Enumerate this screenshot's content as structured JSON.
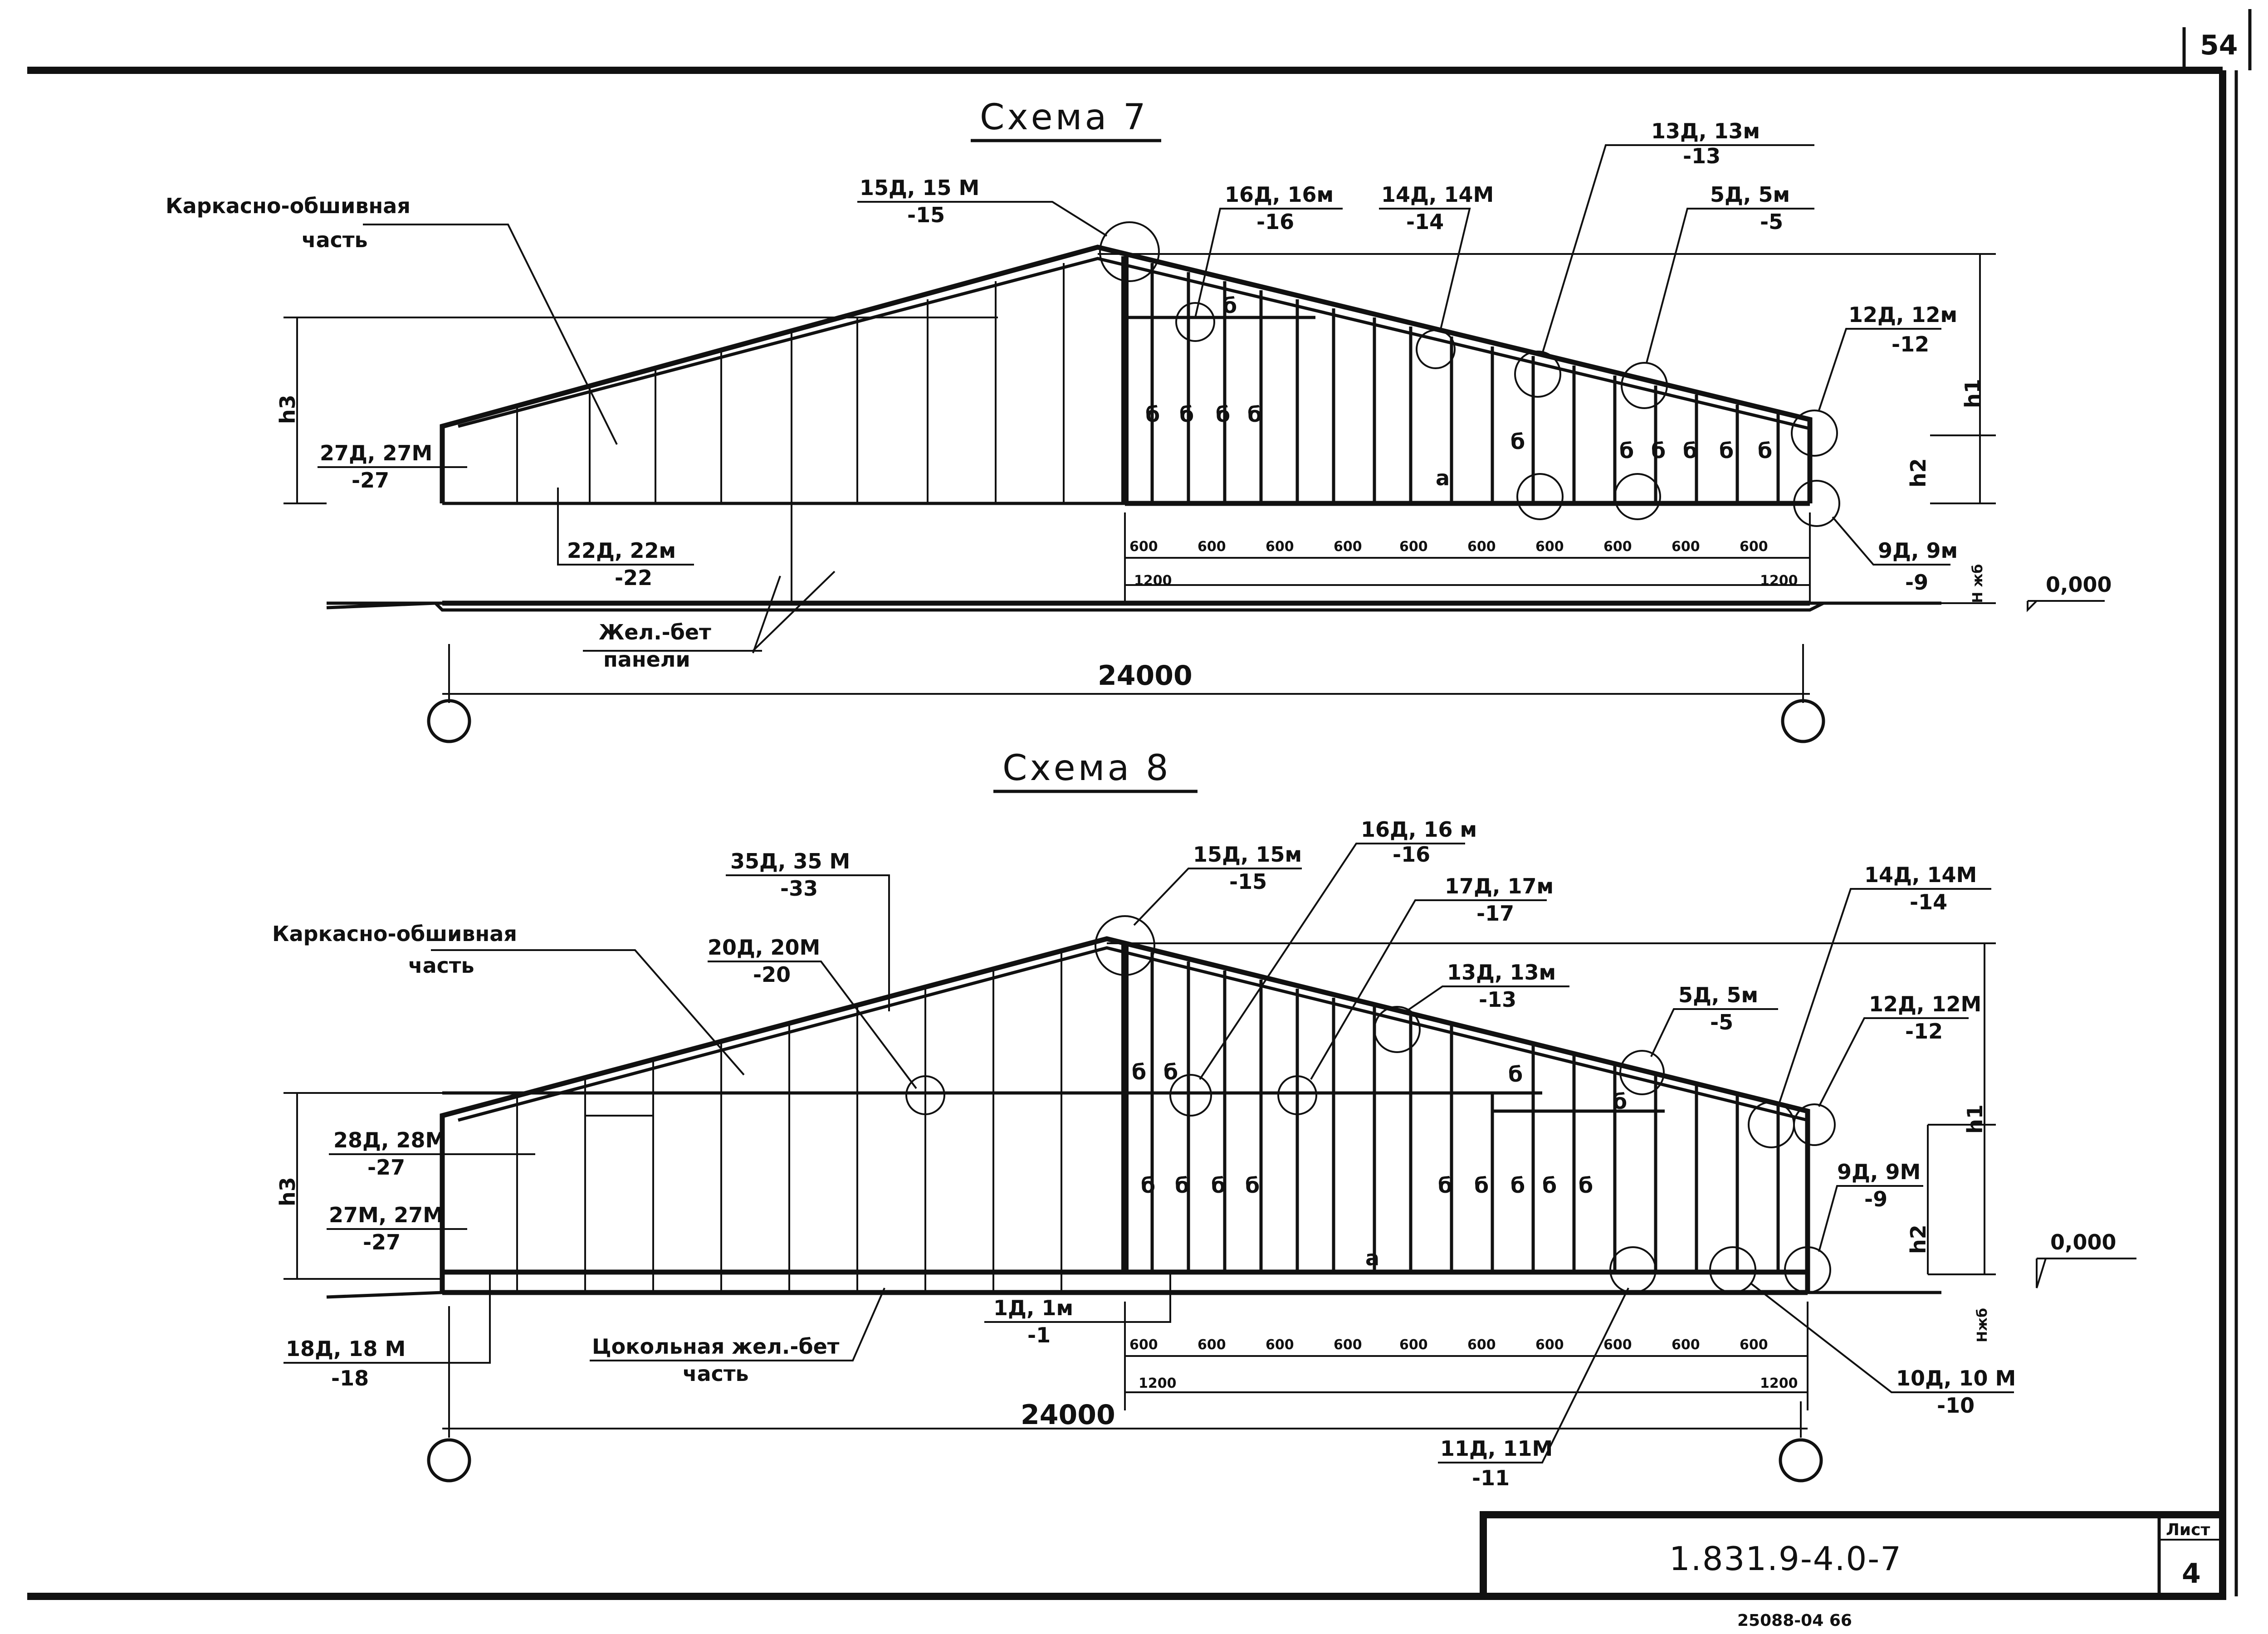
{
  "page_number": "54",
  "stamp": {
    "code": "1.831.9-4.0-7",
    "sheet_label": "Лист",
    "sheet_number": "4",
    "bottom_cut_text": "25088-04 66"
  },
  "schema7": {
    "title": "Схема 7",
    "label_frame_part_1": "Каркасно-обшивная",
    "label_frame_part_2": "часть",
    "label_panels_1": "Жел.-бет",
    "label_panels_2": "панели",
    "span": "24000",
    "elevation": "0,000",
    "callouts": [
      {
        "top": "15Д, 15 М",
        "bottom": "-15"
      },
      {
        "top": "16Д, 16м",
        "bottom": "-16"
      },
      {
        "top": "14Д, 14М",
        "bottom": "-14"
      },
      {
        "top": "13Д, 13м",
        "bottom": "-13"
      },
      {
        "top": "5Д, 5м",
        "bottom": "-5"
      },
      {
        "top": "12Д, 12м",
        "bottom": "-12"
      },
      {
        "top": "27Д, 27М",
        "bottom": "-27"
      },
      {
        "top": "22Д, 22м",
        "bottom": "-22"
      },
      {
        "top": "9Д, 9м",
        "bottom": "-9"
      }
    ],
    "dims_top": [
      "600",
      "600",
      "600",
      "600",
      "600",
      "600",
      "600",
      "600",
      "600",
      "600"
    ],
    "dims_bottom": [
      "1200",
      "1200"
    ],
    "h_labels": [
      "h3",
      "h1",
      "h2",
      "H жб"
    ],
    "panel_letter_b": "б",
    "panel_letter_a": "а"
  },
  "schema8": {
    "title": "Схема 8",
    "label_frame_part_1": "Каркасно-обшивная",
    "label_frame_part_2": "часть",
    "label_plinth_1": "Цокольная жел.-бет",
    "label_plinth_2": "часть",
    "span": "24000",
    "elevation": "0,000",
    "callouts": [
      {
        "top": "35Д, 35 М",
        "bottom": "-33"
      },
      {
        "top": "20Д, 20М",
        "bottom": "-20"
      },
      {
        "top": "15Д, 15м",
        "bottom": "-15"
      },
      {
        "top": "16Д, 16 м",
        "bottom": "-16"
      },
      {
        "top": "17Д, 17м",
        "bottom": "-17"
      },
      {
        "top": "13Д, 13м",
        "bottom": "-13"
      },
      {
        "top": "5Д, 5м",
        "bottom": "-5"
      },
      {
        "top": "14Д, 14М",
        "bottom": "-14"
      },
      {
        "top": "12Д, 12М",
        "bottom": "-12"
      },
      {
        "top": "28Д, 28М",
        "bottom": "-27"
      },
      {
        "top": "27М, 27М",
        "bottom": "-27"
      },
      {
        "top": "9Д, 9М",
        "bottom": "-9"
      },
      {
        "top": "1Д, 1м",
        "bottom": "-1"
      },
      {
        "top": "18Д, 18 М",
        "bottom": "-18"
      },
      {
        "top": "10Д, 10 М",
        "bottom": "-10"
      },
      {
        "top": "11Д, 11М",
        "bottom": "-11"
      }
    ],
    "dims_top": [
      "600",
      "600",
      "600",
      "600",
      "600",
      "600",
      "600",
      "600",
      "600",
      "600"
    ],
    "dims_bottom": [
      "1200",
      "1200"
    ],
    "h_labels": [
      "h3",
      "h1",
      "h2",
      "Hжб"
    ],
    "panel_letter_b": "б",
    "panel_letter_a": "а"
  }
}
